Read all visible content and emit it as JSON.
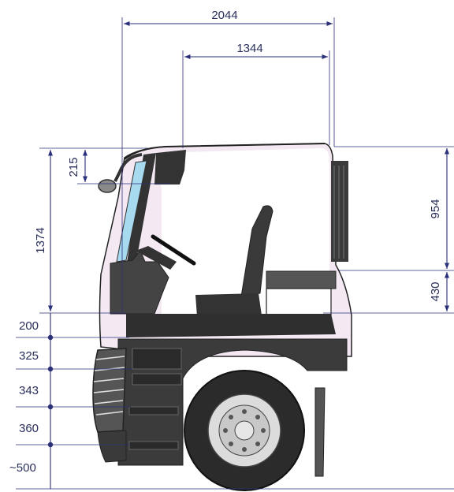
{
  "dimensions": {
    "overall_width": "2044",
    "cab_width": "1344",
    "visor_offset": "215",
    "cab_height": "1374",
    "rear_upper": "954",
    "rear_lower": "430",
    "step_1": "200",
    "step_2": "325",
    "step_3": "343",
    "step_4": "360",
    "ground_clearance": "~500"
  },
  "colors": {
    "dimension_line": "#2a2f7a",
    "cab_body": "#ffffff",
    "cab_tint": "#f3e6f2",
    "dark_parts": "#3a3a3a",
    "tire": "#2b2b2b",
    "rim": "#d9d9d9"
  }
}
